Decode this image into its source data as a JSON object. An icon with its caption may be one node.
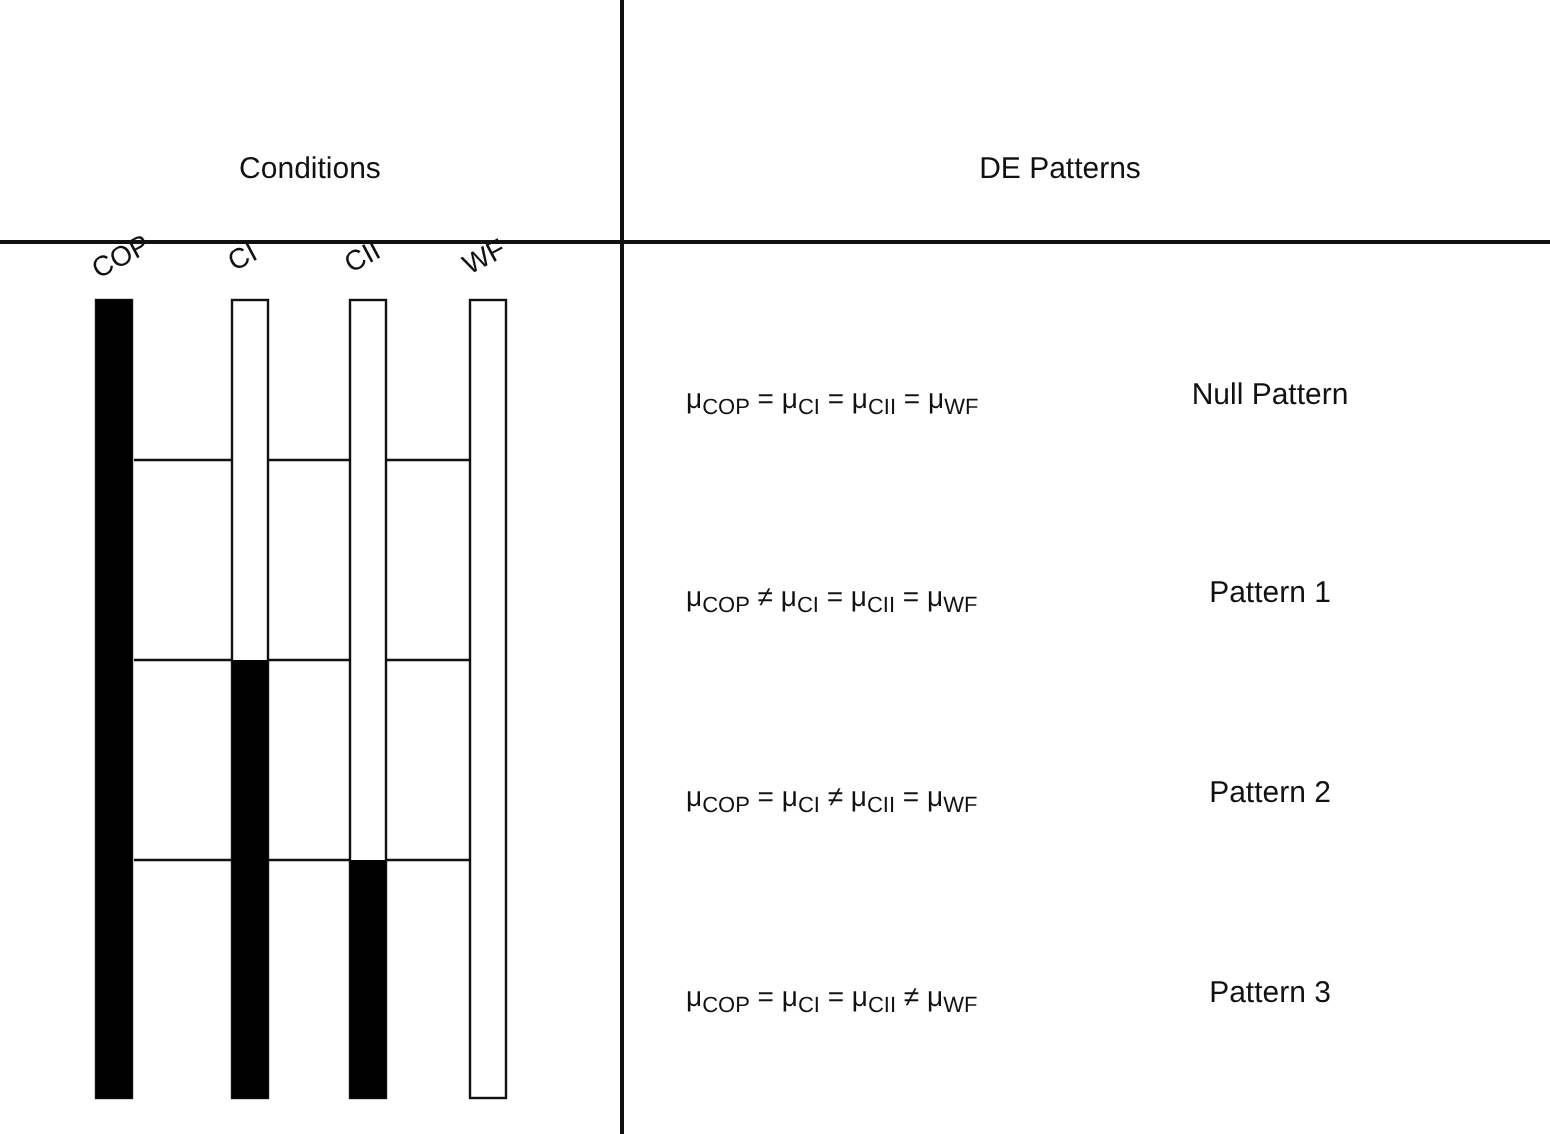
{
  "diagram": {
    "labels": [
      "Conditions",
      "DE Patterns",
      "COP",
      "CI",
      "CII",
      "WF",
      "μ$_{COP}$ = μ$_{CI}$ = μ$_{CII}$ = μ$_{WF}$",
      "Null Pattern",
      "μ$_{COP}$ ≠ μ$_{CI}$ = μ$_{CII}$ = μ$_{WF}$",
      "Pattern 1",
      "μ$_{COP}$ = μ$_{CI}$ ≠ μ$_{CII}$ = μ$_{WF}$",
      "Pattern 2",
      "μ$_{COP}$ = μ$_{CI}$ = μ$_{CII}$ ≠ μ$_{WF}$",
      "Pattern 3"
    ]
  }
}
